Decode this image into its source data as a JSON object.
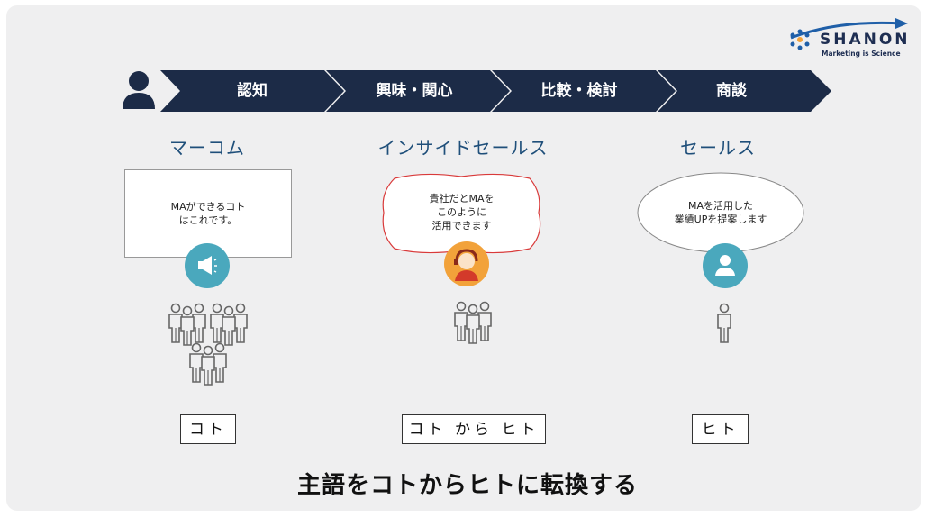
{
  "logo": {
    "name": "SHANON",
    "tagline": "Marketing is Science"
  },
  "stages": [
    "認知",
    "興味・関心",
    "比較・検討",
    "商談"
  ],
  "roles": [
    "マーコム",
    "インサイドセールス",
    "セールス"
  ],
  "bubbles": {
    "marcom": [
      "MAができるコト",
      "はこれです。"
    ],
    "inside": [
      "貴社だとMAを",
      "このように",
      "活用できます"
    ],
    "sales": [
      "MAを活用した",
      "業績UPを提案します"
    ]
  },
  "labels": [
    "コト",
    "コト から ヒト",
    "ヒト"
  ],
  "headline": "主語をコトからヒトに転換する",
  "colors": {
    "navy": "#1c2b47",
    "teal": "#4aa8bd",
    "orange": "#f2a23a",
    "role_blue": "#1f4f7a"
  }
}
